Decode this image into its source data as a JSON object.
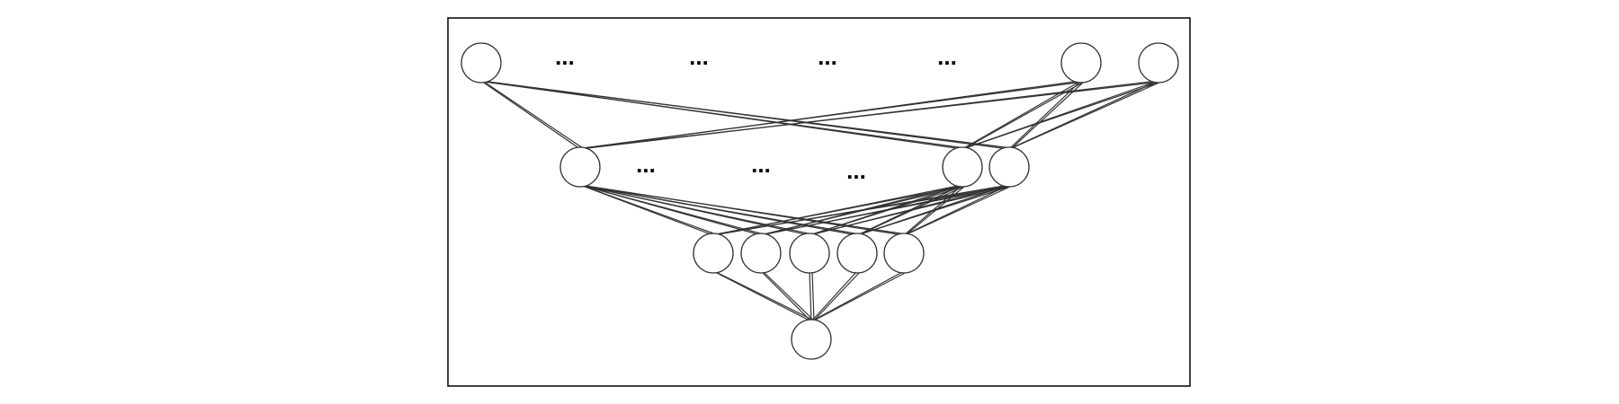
{
  "diagram": {
    "type": "neural-network",
    "layers": [
      {
        "name": "layer-1",
        "visible_nodes": 3,
        "ellipsis_count": 4
      },
      {
        "name": "layer-2",
        "visible_nodes": 3,
        "ellipsis_count": 3
      },
      {
        "name": "layer-3",
        "visible_nodes": 5,
        "ellipsis_count": 0
      },
      {
        "name": "layer-4",
        "visible_nodes": 1,
        "ellipsis_count": 0
      }
    ],
    "ellipsis_text": "...",
    "colors": {
      "stroke": "#333333",
      "frame": "#000000",
      "background": "#ffffff"
    }
  }
}
